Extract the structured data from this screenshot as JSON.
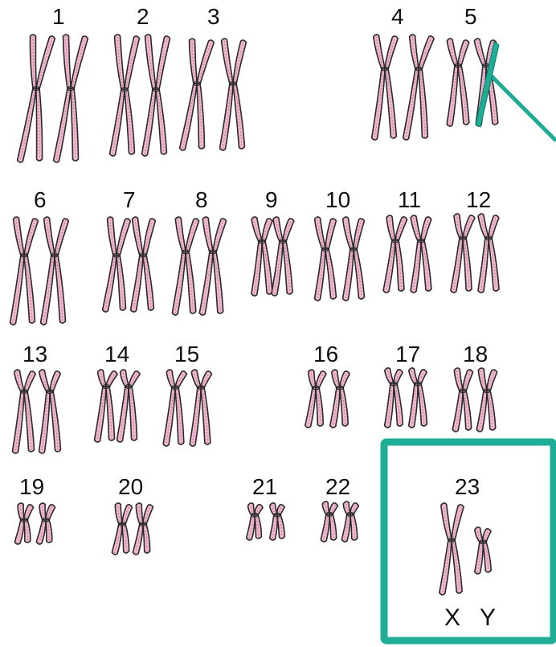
{
  "title": "",
  "colors": {
    "chromosome_fill": "#f2b6cf",
    "chromosome_outline": "#2a2a2a",
    "highlight": "#1fae95",
    "text": "#111111"
  },
  "labels": {
    "c1": "1",
    "c2": "2",
    "c3": "3",
    "c4": "4",
    "c5": "5",
    "c6": "6",
    "c7": "7",
    "c8": "8",
    "c9": "9",
    "c10": "10",
    "c11": "11",
    "c12": "12",
    "c13": "13",
    "c14": "14",
    "c15": "15",
    "c16": "16",
    "c17": "17",
    "c18": "18",
    "c19": "19",
    "c20": "20",
    "c21": "21",
    "c22": "22",
    "c23": "23",
    "x": "X",
    "y": "Y"
  },
  "annotations": {
    "sex_chromosome_box": "highlighted",
    "pointer_to": "chromosome 5"
  }
}
